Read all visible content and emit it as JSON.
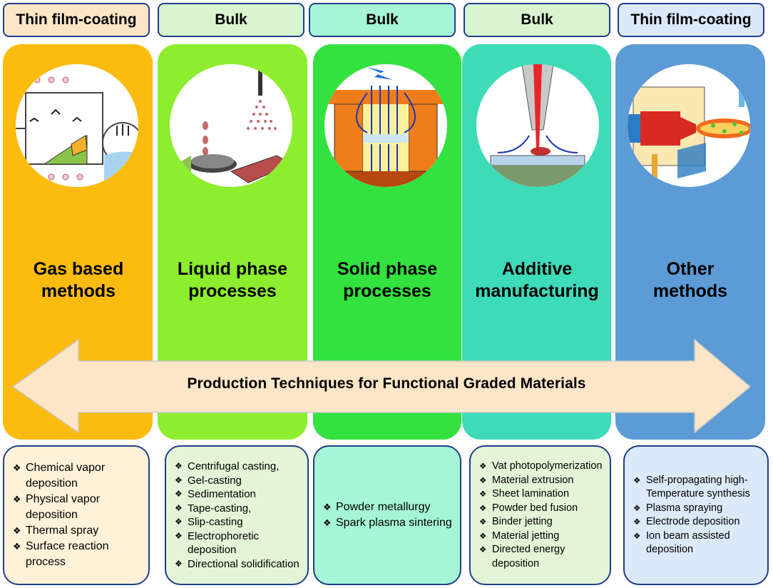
{
  "colors": {
    "gas": "#fbbc0f",
    "liquid": "#8cee2e",
    "solid": "#33e13f",
    "additive": "#3ddbb8",
    "other": "#5c9bd6",
    "arrow": "#fde6c8"
  },
  "headers": [
    "Thin film-coating",
    "Bulk",
    "Bulk",
    "Bulk",
    "Thin film-coating"
  ],
  "columns": [
    {
      "title": "Gas based methods",
      "icon": "chemical-vapor-apparatus-icon",
      "items": [
        "Chemical vapor deposition",
        "Physical vapor deposition",
        "Thermal spray",
        "Surface reaction process"
      ]
    },
    {
      "title": "Liquid phase processes",
      "icon": "casting-spray-icon",
      "items": [
        "Centrifugal casting,",
        "Gel-casting",
        "Sedimentation",
        "Tape-casting,",
        "Slip-casting",
        "Electrophoretic deposition",
        "Directional solidification"
      ]
    },
    {
      "title": "Solid phase processes",
      "icon": "spark-plasma-sintering-icon",
      "items": [
        "Powder metallurgy",
        "Spark plasma sintering"
      ]
    },
    {
      "title": "Additive manufacturing",
      "icon": "laser-deposition-nozzle-icon",
      "items": [
        "Vat photopolymerization",
        "Material extrusion",
        "Sheet lamination",
        "Powder bed fusion",
        "Binder jetting",
        "Material jetting",
        "Directed energy deposition"
      ]
    },
    {
      "title": "Other methods",
      "icon": "plasma-torch-icon",
      "items": [
        "Self-propagating high-Temperature synthesis",
        "Plasma spraying",
        "Electrode deposition",
        "Ion beam assisted deposition"
      ]
    }
  ],
  "arrow_label": "Production Techniques for Functional Graded Materials"
}
